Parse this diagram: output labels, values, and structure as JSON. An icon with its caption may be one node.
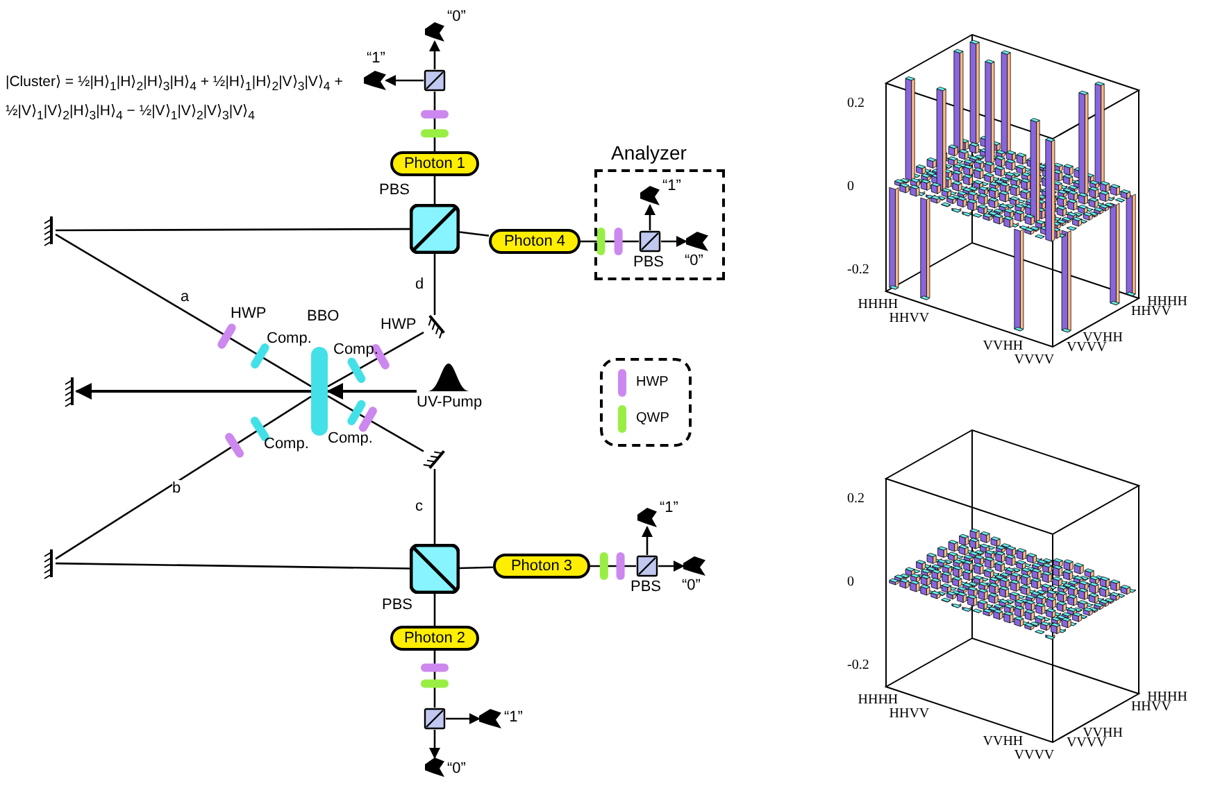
{
  "diagram": {
    "nodes": [
      {
        "text": [
          "BBO"
        ]
      },
      {
        "text": [
          "PBS"
        ]
      },
      {
        "text": [
          "PBS"
        ]
      },
      {
        "text": [
          "Photon 1"
        ]
      },
      {
        "text": [
          "Photon 4"
        ]
      },
      {
        "text": [
          "Photon 3"
        ]
      },
      {
        "text": [
          "Photon 2"
        ]
      },
      {
        "text": [
          "Analyzer"
        ]
      },
      {
        "text": [
          "PBS"
        ],
        "in": 7
      },
      {
        "text": [
          "“1”"
        ],
        "in": 7
      },
      {
        "text": [
          "“0”"
        ],
        "in": 7
      },
      {
        "text": [],
        "shape": "box"
      },
      {
        "text": [
          "“1”"
        ]
      },
      {
        "text": [
          "“0”"
        ]
      },
      {
        "text": [
          "PBS"
        ]
      },
      {
        "text": [
          "“1”"
        ]
      },
      {
        "text": [
          "“0”"
        ]
      },
      {
        "text": [],
        "shape": "box"
      },
      {
        "text": [
          "“1”"
        ]
      },
      {
        "text": [
          "“0”"
        ]
      },
      {
        "text": [],
        "shape": "mirror"
      },
      {
        "text": [],
        "shape": "mirror"
      },
      {
        "text": [],
        "shape": "mirror"
      },
      {
        "text": [],
        "shape": "mirror"
      },
      {
        "text": [],
        "shape": "mirror"
      },
      {
        "text": [
          "UV-Pump"
        ]
      }
    ],
    "edges": [
      {
        "from": 0,
        "to": 20,
        "arrow": "none",
        "label": "a"
      },
      {
        "from": 20,
        "to": 1,
        "arrow": "none"
      },
      {
        "from": 0,
        "to": 22,
        "arrow": "none"
      },
      {
        "from": 22,
        "to": 1,
        "arrow": "none",
        "label": "d"
      },
      {
        "from": 0,
        "to": 21,
        "arrow": "none",
        "label": "b"
      },
      {
        "from": 21,
        "to": 2,
        "arrow": "none"
      },
      {
        "from": 0,
        "to": 23,
        "arrow": "none"
      },
      {
        "from": 23,
        "to": 2,
        "arrow": "none",
        "label": "c"
      },
      {
        "from": 1,
        "to": 3,
        "arrow": "none"
      },
      {
        "from": 3,
        "to": 11,
        "arrow": "none"
      },
      {
        "from": 11,
        "to": 12,
        "arrow": "to"
      },
      {
        "from": 11,
        "to": 13,
        "arrow": "to"
      },
      {
        "from": 1,
        "to": 4,
        "arrow": "none"
      },
      {
        "from": 4,
        "to": 8,
        "arrow": "none"
      },
      {
        "from": 8,
        "to": 9,
        "arrow": "to"
      },
      {
        "from": 8,
        "to": 10,
        "arrow": "to"
      },
      {
        "from": 2,
        "to": 5,
        "arrow": "none"
      },
      {
        "from": 5,
        "to": 14,
        "arrow": "none"
      },
      {
        "from": 14,
        "to": 15,
        "arrow": "to"
      },
      {
        "from": 14,
        "to": 16,
        "arrow": "to"
      },
      {
        "from": 2,
        "to": 6,
        "arrow": "none"
      },
      {
        "from": 6,
        "to": 17,
        "arrow": "none"
      },
      {
        "from": 17,
        "to": 18,
        "arrow": "to"
      },
      {
        "from": 17,
        "to": 19,
        "arrow": "to"
      },
      {
        "from": 25,
        "to": 0,
        "arrow": "to"
      },
      {
        "from": 0,
        "to": 24,
        "arrow": "to"
      }
    ],
    "labels": [
      "|Cluster⟩ = ½|H⟩$_{1}$|H⟩$_{2}$|H⟩$_{3}$|H⟩$_{4}$ + ½|H⟩$_{1}$|H⟩$_{2}$|V⟩$_{3}$|V⟩$_{4}$ + ½|V⟩$_{1}$|V⟩$_{2}$|H⟩$_{3}$|H⟩$_{4}$ − ½|V⟩$_{1}$|V⟩$_{2}$|V⟩$_{3}$|V⟩$_{4}$",
      "HWP",
      "Comp.",
      "Comp.",
      "HWP",
      "Comp.",
      "Comp.",
      "0.2",
      "0",
      "-0.2",
      "HHHH",
      "HHVV",
      "VVHH",
      "VVVV",
      "HHHH",
      "HHVV",
      "VVHH",
      "VVVV",
      "0.2",
      "0",
      "-0.2",
      "HHHH",
      "HHVV",
      "VVHH",
      "VVVV",
      "HHHH",
      "HHVV",
      "VVHH",
      "VVVV"
    ],
    "legend": [
      {
        "text": "HWP",
        "color": "#cc88ee"
      },
      {
        "text": "QWP",
        "color": "#99ee44"
      }
    ]
  }
}
